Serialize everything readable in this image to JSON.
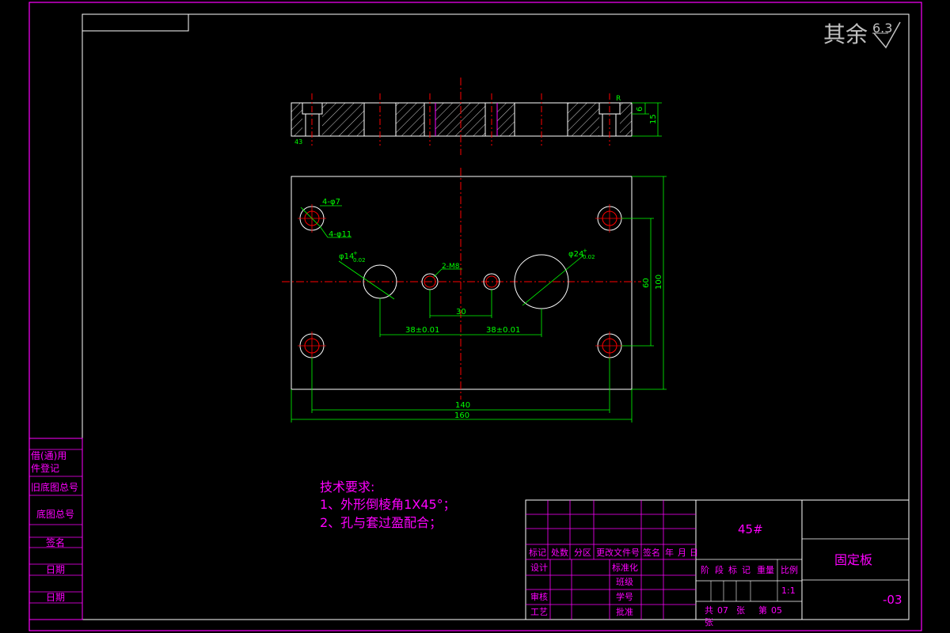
{
  "drawing": {
    "roughness_note": {
      "prefix": "其余",
      "value": "6.3"
    },
    "dimensions": {
      "top_view_fillet": "R",
      "top_view_6": "6",
      "top_view_15": "15",
      "top_view_bottom": "43",
      "holes_4_phi7": "4-φ7",
      "holes_4_phi11": "4-φ11",
      "hole_phi14": "φ14",
      "hole_phi14_tol_upper": "+",
      "hole_phi14_tol_lower": "0.02",
      "hole_phi24": "φ24",
      "hole_phi24_tol_upper": "+",
      "hole_phi24_tol_lower": "0.02",
      "tapped_holes": "2-M8",
      "dim_30": "30",
      "dim_38_left": "38±0.01",
      "dim_38_right": "38±0.01",
      "dim_60": "60",
      "dim_100": "100",
      "dim_140": "140",
      "dim_160": "160"
    },
    "tech_requirements": {
      "title": "技术要求:",
      "items": [
        "1、外形倒棱角1X45°；",
        "2、孔与套过盈配合；"
      ]
    }
  },
  "left_strip": {
    "labels": [
      "借(通)用",
      "件登记",
      "旧底图总号",
      "底图总号",
      "签名",
      "日期",
      "日期"
    ]
  },
  "title_block": {
    "material": "45#",
    "part_name": "固定板",
    "drawing_no": "-03",
    "header_row": [
      "标记",
      "处数",
      "分区",
      "更改文件号",
      "签名",
      "年",
      "月",
      "日"
    ],
    "left_col": [
      "设计",
      "审核",
      "工艺"
    ],
    "mid_col": [
      "标准化",
      "班级",
      "学号",
      "批准"
    ],
    "stage_headers": [
      "阶",
      "段",
      "标",
      "记",
      "重量",
      "比例"
    ],
    "scale": "1:1",
    "sheets": {
      "total_prefix": "共",
      "total": "07",
      "total_unit": "张",
      "current_prefix": "第",
      "current": "05",
      "current_unit": "张"
    }
  },
  "colors": {
    "frame": "#ff00ff",
    "geometry": "#ffffff",
    "center": "#ff0000",
    "dimension": "#00ff00",
    "text": "#ff00ff",
    "roughness": "#c0c0c0"
  }
}
